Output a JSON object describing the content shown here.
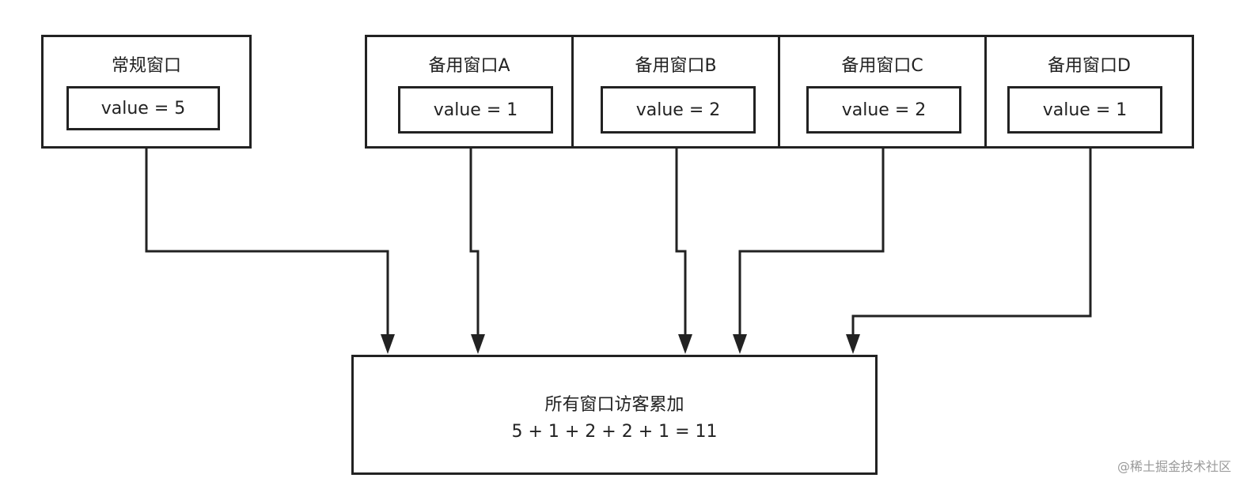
{
  "regular_window": {
    "title": "常规窗口",
    "value_text": "value = 5"
  },
  "standby_windows": [
    {
      "title": "备用窗口A",
      "value_text": "value = 1"
    },
    {
      "title": "备用窗口B",
      "value_text": "value = 2"
    },
    {
      "title": "备用窗口C",
      "value_text": "value = 2"
    },
    {
      "title": "备用窗口D",
      "value_text": "value = 1"
    }
  ],
  "result": {
    "title": "所有窗口访客累加",
    "formula": "5 + 1 + 2 + 2 + 1 = 11"
  },
  "watermark": "@稀土掘金技术社区",
  "colors": {
    "stroke": "#222222",
    "background": "#ffffff",
    "watermark": "#9a9a9a"
  }
}
